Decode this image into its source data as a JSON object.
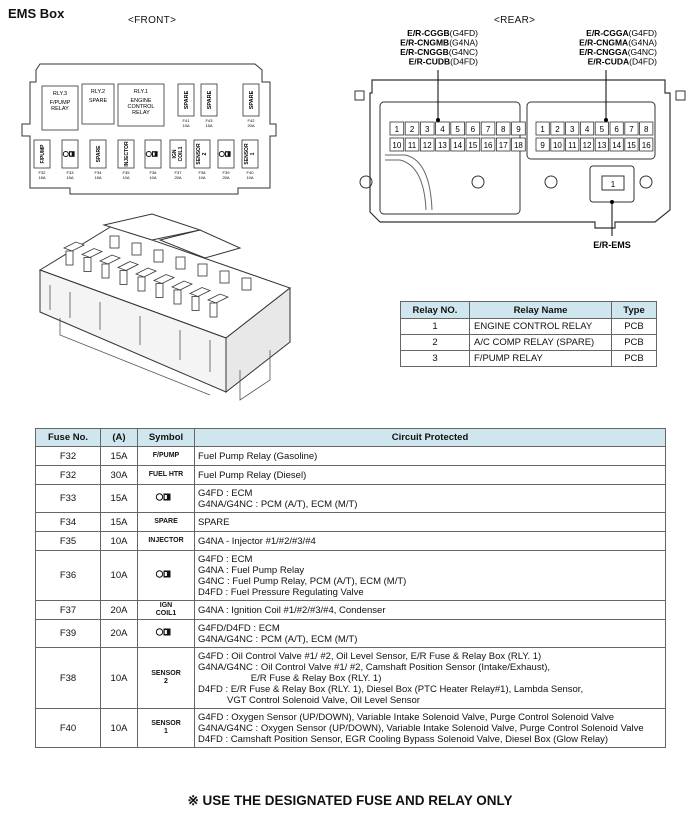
{
  "title": "EMS Box",
  "front_label": "<FRONT>",
  "rear_label": "<REAR>",
  "front": {
    "relays": [
      {
        "id": "RLY.3",
        "name": "F/PUMP\nRELAY"
      },
      {
        "id": "RLY.2",
        "name": "SPARE"
      },
      {
        "id": "RLY.1",
        "name": "ENGINE\nCONTROL\nRELAY"
      }
    ],
    "top_fuses": [
      {
        "label": "SPARE",
        "num": "F41",
        "amp": "10A"
      },
      {
        "label": "SPARE",
        "num": "F43",
        "amp": "15A"
      },
      {
        "label": "SPARE",
        "num": "F42",
        "amp": "20A"
      }
    ],
    "bottom_fuses": [
      {
        "label": "F/PUMP",
        "num": "F32",
        "amp": "15A",
        "icon": false
      },
      {
        "label": "",
        "num": "F33",
        "amp": "15A",
        "icon": true
      },
      {
        "label": "SPARE",
        "num": "F34",
        "amp": "15A",
        "icon": false
      },
      {
        "label": "INJECTOR",
        "num": "F35",
        "amp": "10A",
        "icon": false
      },
      {
        "label": "",
        "num": "F36",
        "amp": "10A",
        "icon": true
      },
      {
        "label": "IGN COIL1",
        "num": "F37",
        "amp": "20A",
        "icon": false
      },
      {
        "label": "SENSOR 2",
        "num": "F38",
        "amp": "10A",
        "icon": false
      },
      {
        "label": "",
        "num": "F39",
        "amp": "20A",
        "icon": true
      },
      {
        "label": "SENSOR 1",
        "num": "F40",
        "amp": "10A",
        "icon": false
      }
    ]
  },
  "rear": {
    "left_connectors": [
      {
        "code": "E/R-CGGB",
        "eng": "(G4FD)"
      },
      {
        "code": "E/R-CNGMB",
        "eng": "(G4NA)"
      },
      {
        "code": "E/R-CNGGB",
        "eng": "(G4NC)"
      },
      {
        "code": "E/R-CUDB",
        "eng": "(D4FD)"
      }
    ],
    "right_connectors": [
      {
        "code": "E/R-CGGA",
        "eng": "(G4FD)"
      },
      {
        "code": "E/R-CNGMA",
        "eng": "(G4NA)"
      },
      {
        "code": "E/R-CNGGA",
        "eng": "(G4NC)"
      },
      {
        "code": "E/R-CUDA",
        "eng": "(D4FD)"
      }
    ],
    "left_pins_top": [
      "1",
      "2",
      "3",
      "4",
      "5",
      "6",
      "7",
      "8",
      "9"
    ],
    "left_pins_bottom": [
      "10",
      "11",
      "12",
      "13",
      "14",
      "15",
      "16",
      "17",
      "18"
    ],
    "right_pins_top": [
      "1",
      "2",
      "3",
      "4",
      "5",
      "6",
      "7",
      "8"
    ],
    "right_pins_bottom": [
      "9",
      "10",
      "11",
      "12",
      "13",
      "14",
      "15",
      "16"
    ],
    "ems_pin": "1",
    "ems_label": "E/R-EMS"
  },
  "relay_table": {
    "headers": [
      "Relay NO.",
      "Relay Name",
      "Type"
    ],
    "rows": [
      [
        "1",
        "ENGINE CONTROL RELAY",
        "PCB"
      ],
      [
        "2",
        "A/C COMP RELAY (SPARE)",
        "PCB"
      ],
      [
        "3",
        "F/PUMP RELAY",
        "PCB"
      ]
    ]
  },
  "fuse_table": {
    "headers": [
      "Fuse No.",
      "(A)",
      "Symbol",
      "Circuit Protected"
    ],
    "rows": [
      {
        "no": "F32",
        "amp": "15A",
        "symbol": "F/PUMP",
        "icon": false,
        "circuit": [
          "Fuel Pump Relay (Gasoline)"
        ]
      },
      {
        "no": "F32",
        "amp": "30A",
        "symbol": "FUEL HTR",
        "icon": false,
        "circuit": [
          "Fuel Pump Relay (Diesel)"
        ]
      },
      {
        "no": "F33",
        "amp": "15A",
        "symbol": "",
        "icon": true,
        "circuit": [
          "G4FD : ECM",
          "G4NA/G4NC : PCM (A/T), ECM (M/T)"
        ]
      },
      {
        "no": "F34",
        "amp": "15A",
        "symbol": "SPARE",
        "icon": false,
        "circuit": [
          "SPARE"
        ]
      },
      {
        "no": "F35",
        "amp": "10A",
        "symbol": "INJECTOR",
        "icon": false,
        "circuit": [
          "G4NA - Injector #1/#2/#3/#4"
        ]
      },
      {
        "no": "F36",
        "amp": "10A",
        "symbol": "",
        "icon": true,
        "circuit": [
          "G4FD : ECM",
          "G4NA : Fuel Pump Relay",
          "G4NC : Fuel Pump Relay, PCM (A/T), ECM (M/T)",
          "D4FD : Fuel Pressure Regulating Valve"
        ]
      },
      {
        "no": "F37",
        "amp": "20A",
        "symbol": "IGN COIL1",
        "icon": false,
        "circuit": [
          "G4NA : Ignition Coil #1/#2/#3/#4, Condenser"
        ]
      },
      {
        "no": "F39",
        "amp": "20A",
        "symbol": "",
        "icon": true,
        "circuit": [
          "G4FD/D4FD : ECM",
          "G4NA/G4NC : PCM (A/T), ECM (M/T)"
        ]
      },
      {
        "no": "F38",
        "amp": "10A",
        "symbol": "SENSOR 2",
        "icon": false,
        "circuit": [
          "G4FD : Oil Control Valve #1/ #2, Oil Level Sensor, E/R Fuse & Relay Box (RLY. 1)",
          "G4NA/G4NC : Oil Control Valve #1/ #2, Camshaft Position Sensor (Intake/Exhaust),",
          "                    E/R Fuse & Relay Box (RLY. 1)",
          "D4FD : E/R Fuse & Relay Box (RLY. 1), Diesel Box (PTC Heater Relay#1), Lambda Sensor,",
          "           VGT Control Solenoid Valve, Oil Level Sensor"
        ]
      },
      {
        "no": "F40",
        "amp": "10A",
        "symbol": "SENSOR 1",
        "icon": false,
        "circuit": [
          "G4FD : Oxygen Sensor (UP/DOWN), Variable Intake Solenoid Valve, Purge Control Solenoid Valve",
          "G4NA/G4NC : Oxygen Sensor (UP/DOWN), Variable Intake Solenoid Valve, Purge Control Solenoid Valve",
          "D4FD : Camshaft Position Sensor, EGR Cooling Bypass Solenoid Valve, Diesel Box (Glow Relay)"
        ]
      }
    ]
  },
  "note": "※ USE THE DESIGNATED FUSE AND RELAY ONLY"
}
